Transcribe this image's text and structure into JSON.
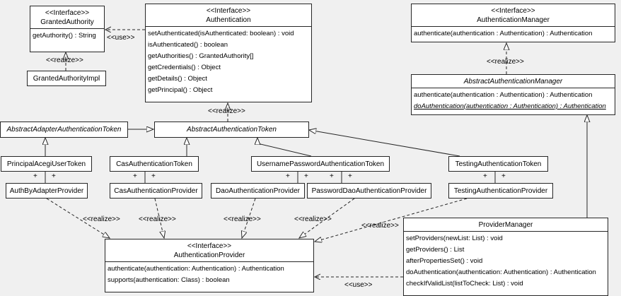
{
  "colors": {
    "background": "#f0f0f0",
    "box_fill": "#ffffff",
    "line": "#262626"
  },
  "classes": {
    "grantedAuthority": {
      "stereotype": "<<Interface>>",
      "name": "GrantedAuthority",
      "methods": [
        "getAuthority() : String"
      ]
    },
    "grantedAuthorityImpl": {
      "name": "GrantedAuthorityImpl"
    },
    "authentication": {
      "stereotype": "<<Interface>>",
      "name": "Authentication",
      "methods": [
        "setAuthenticated(isAuthenticated: boolean) : void",
        "isAuthenticated() : boolean",
        "getAuthorities() : GrantedAuthority[]",
        "getCredentials() : Object",
        "getDetails() : Object",
        "getPrincipal() : Object"
      ]
    },
    "authenticationManager": {
      "stereotype": "<<Interface>>",
      "name": "AuthenticationManager",
      "methods": [
        "authenticate(authentication : Authentication) : Authentication"
      ]
    },
    "abstractAuthenticationManager": {
      "name": "AbstractAuthenticationManager",
      "methods": [
        "authenticate(authentication : Authentication) : Authentication",
        "doAuthentication(authentication : Authentication) : Authentication"
      ]
    },
    "abstractAdapterAuthenticationToken": {
      "name": "AbstractAdapterAuthenticationToken"
    },
    "abstractAuthenticationToken": {
      "name": "AbstractAuthenticationToken"
    },
    "principalAcegiUserToken": {
      "name": "PrincipalAcegiUserToken"
    },
    "casAuthenticationToken": {
      "name": "CasAuthenticationToken"
    },
    "usernamePasswordAuthenticationToken": {
      "name": "UsernamePasswordAuthenticationToken"
    },
    "testingAuthenticationToken": {
      "name": "TestingAuthenticationToken"
    },
    "authByAdapterProvider": {
      "name": "AuthByAdapterProvider"
    },
    "casAuthenticationProvider": {
      "name": "CasAuthenticationProvider"
    },
    "daoAuthenticationProvider": {
      "name": "DaoAuthenticationProvider"
    },
    "passwordDaoAuthenticationProvider": {
      "name": "PasswordDaoAuthenticationProvider"
    },
    "testingAuthenticationProvider": {
      "name": "TestingAuthenticationProvider"
    },
    "authenticationProvider": {
      "stereotype": "<<Interface>>",
      "name": "AuthenticationProvider",
      "methods": [
        "authenticate(authentication: Authentication) : Authentication",
        "supports(authentication: Class) : boolean"
      ]
    },
    "providerManager": {
      "name": "ProviderManager",
      "methods": [
        "setProviders(newList: List) : void",
        "getProviders() : List",
        "afterPropertiesSet() : void",
        "doAuthentication(authentication: Authentication) : Authentication",
        "checkIfValidList(listToCheck: List) : void"
      ]
    }
  },
  "labels": {
    "use": "<<use>>",
    "realize": "<<realize>>",
    "plus": "+"
  },
  "relationships": [
    {
      "from": "Authentication",
      "to": "GrantedAuthority",
      "type": "use"
    },
    {
      "from": "GrantedAuthorityImpl",
      "to": "GrantedAuthority",
      "type": "realize"
    },
    {
      "from": "AbstractAuthenticationManager",
      "to": "AuthenticationManager",
      "type": "realize"
    },
    {
      "from": "AbstractAuthenticationToken",
      "to": "Authentication",
      "type": "realize"
    },
    {
      "from": "AbstractAdapterAuthenticationToken",
      "to": "AbstractAuthenticationToken",
      "type": "generalization"
    },
    {
      "from": "PrincipalAcegiUserToken",
      "to": "AbstractAdapterAuthenticationToken",
      "type": "generalization"
    },
    {
      "from": "CasAuthenticationToken",
      "to": "AbstractAuthenticationToken",
      "type": "generalization"
    },
    {
      "from": "UsernamePasswordAuthenticationToken",
      "to": "AbstractAuthenticationToken",
      "type": "generalization"
    },
    {
      "from": "TestingAuthenticationToken",
      "to": "AbstractAuthenticationToken",
      "type": "generalization"
    },
    {
      "from": "ProviderManager",
      "to": "AbstractAuthenticationManager",
      "type": "generalization"
    },
    {
      "from": "PrincipalAcegiUserToken",
      "to": "AuthByAdapterProvider",
      "type": "association"
    },
    {
      "from": "CasAuthenticationToken",
      "to": "CasAuthenticationProvider",
      "type": "association"
    },
    {
      "from": "UsernamePasswordAuthenticationToken",
      "to": "DaoAuthenticationProvider",
      "type": "association"
    },
    {
      "from": "UsernamePasswordAuthenticationToken",
      "to": "PasswordDaoAuthenticationProvider",
      "type": "association"
    },
    {
      "from": "TestingAuthenticationToken",
      "to": "TestingAuthenticationProvider",
      "type": "association"
    },
    {
      "from": "AuthByAdapterProvider",
      "to": "AuthenticationProvider",
      "type": "realize"
    },
    {
      "from": "CasAuthenticationProvider",
      "to": "AuthenticationProvider",
      "type": "realize"
    },
    {
      "from": "DaoAuthenticationProvider",
      "to": "AuthenticationProvider",
      "type": "realize"
    },
    {
      "from": "PasswordDaoAuthenticationProvider",
      "to": "AuthenticationProvider",
      "type": "realize"
    },
    {
      "from": "ProviderManager",
      "to": "AuthenticationProvider",
      "type": "use"
    }
  ]
}
